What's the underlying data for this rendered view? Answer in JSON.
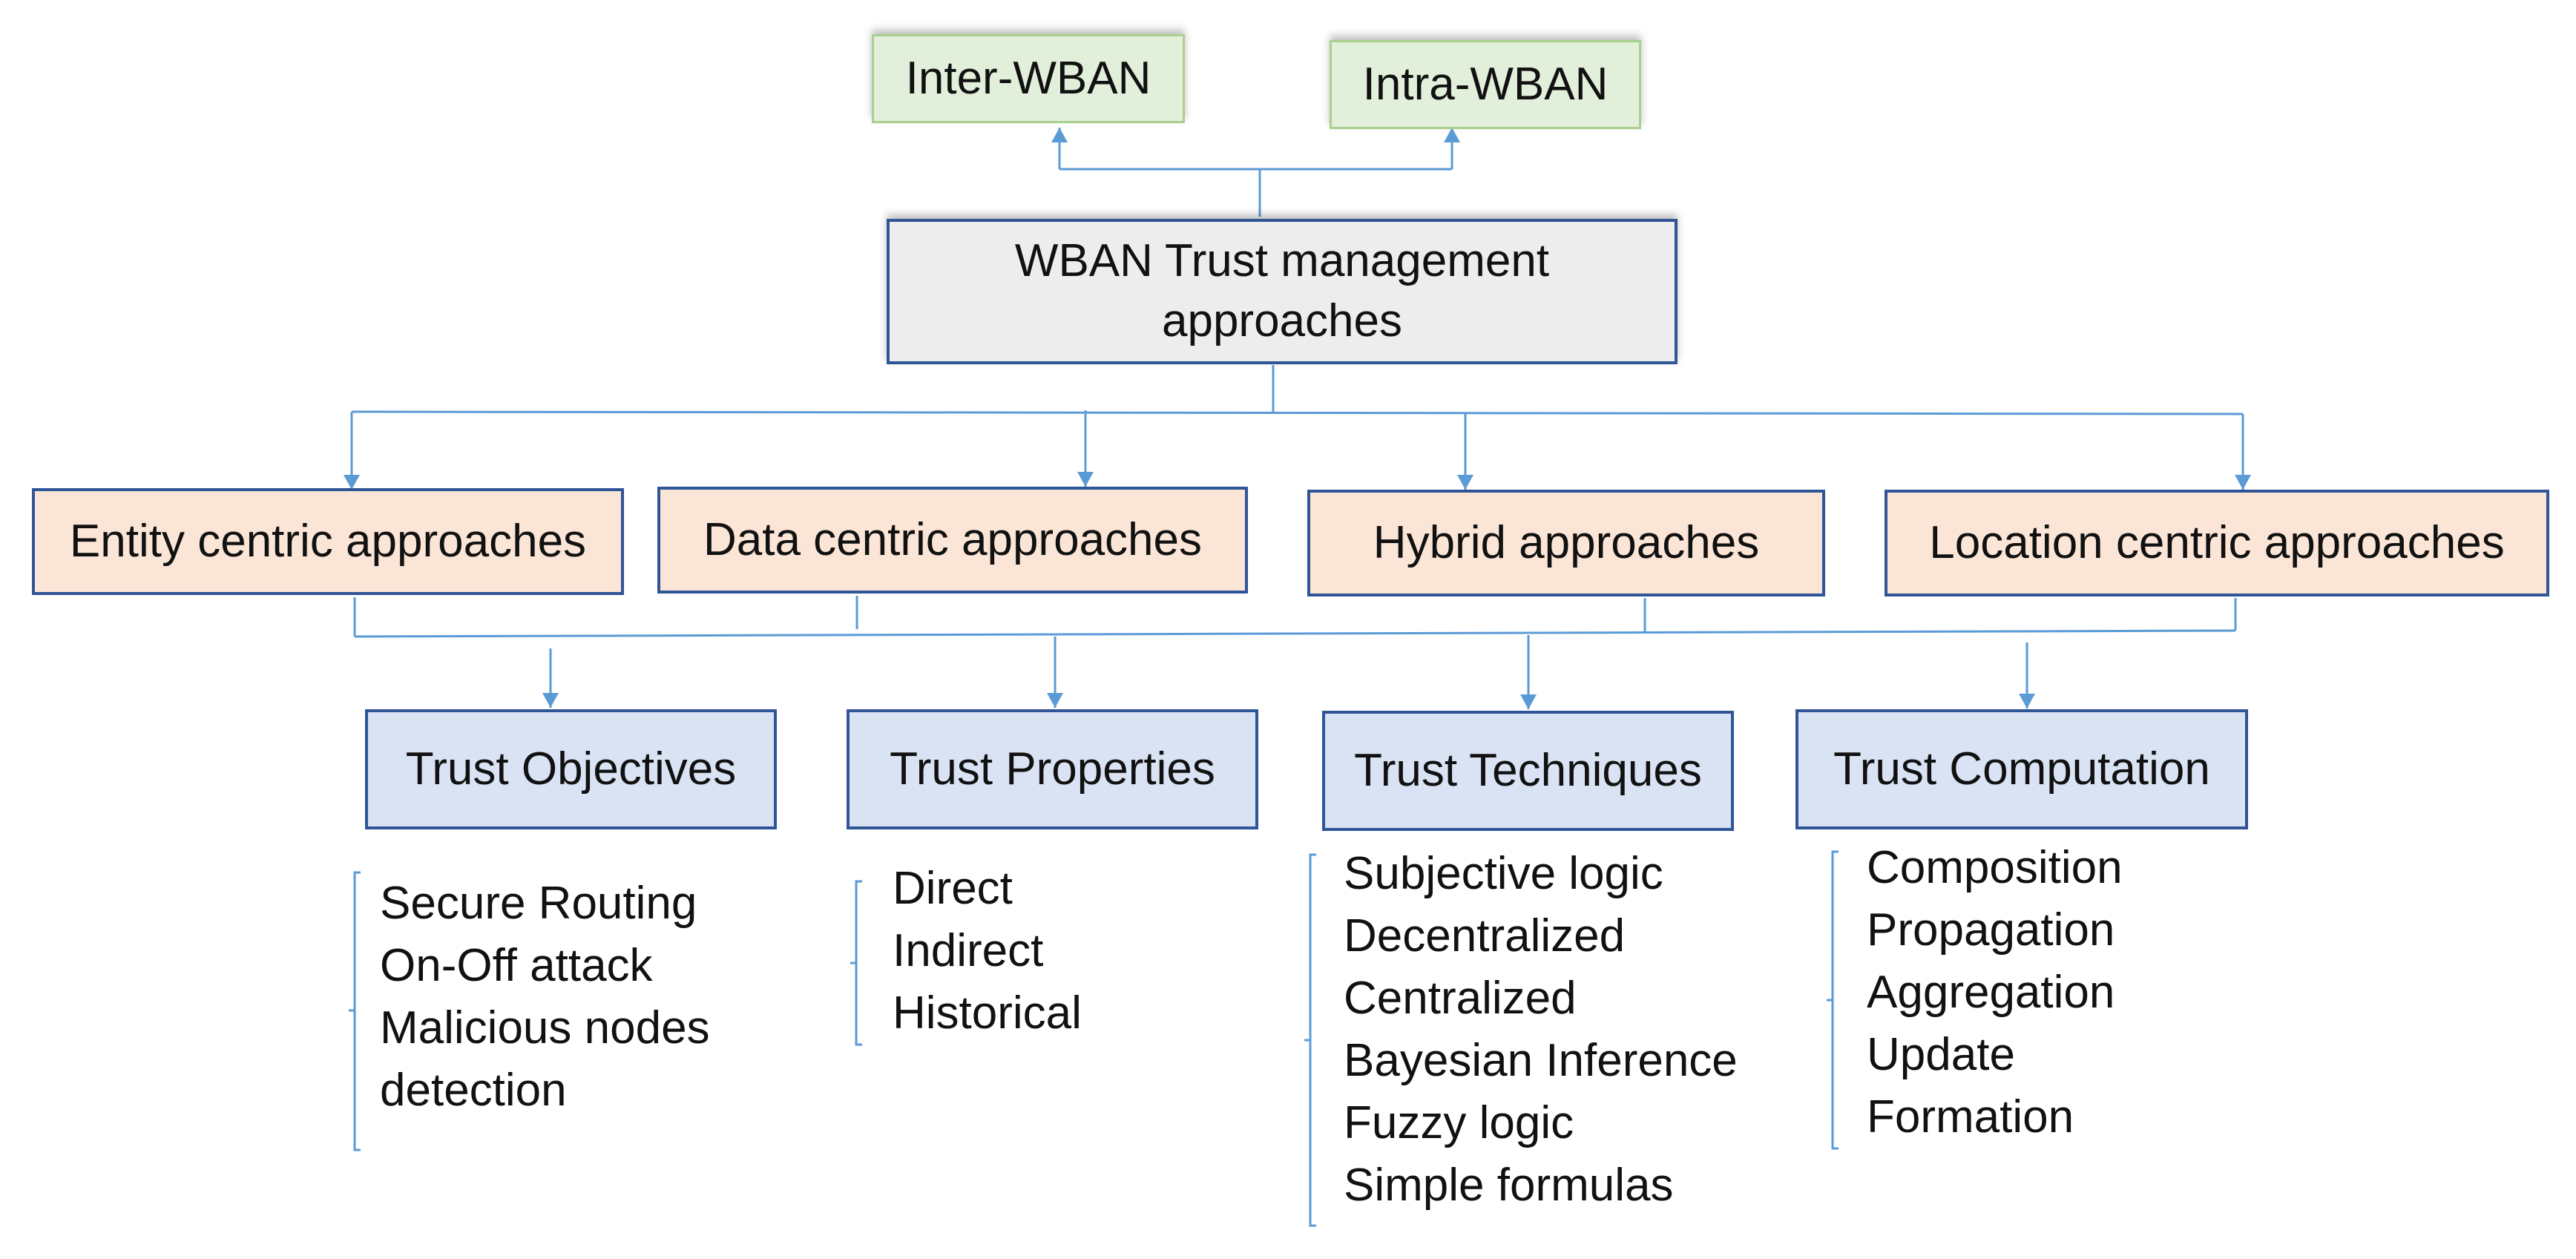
{
  "top_nodes": [
    "Inter-WBAN",
    "Intra-WBAN"
  ],
  "root": "WBAN Trust management approaches",
  "approaches": [
    "Entity centric approaches",
    "Data centric approaches",
    "Hybrid approaches",
    "Location centric approaches"
  ],
  "categories": [
    {
      "label": "Trust Objectives",
      "items": [
        "Secure Routing",
        "On-Off attack",
        "Malicious nodes",
        "detection"
      ]
    },
    {
      "label": "Trust Properties",
      "items": [
        "Direct",
        "Indirect",
        "Historical"
      ]
    },
    {
      "label": "Trust Techniques",
      "items": [
        "Subjective logic",
        "Decentralized",
        "Centralized",
        "Bayesian Inference",
        "Fuzzy logic",
        "Simple formulas"
      ]
    },
    {
      "label": "Trust Computation",
      "items": [
        "Composition",
        "Propagation",
        "Aggregation",
        "Update",
        "Formation"
      ]
    }
  ],
  "colors": {
    "line": "#5b9bd5",
    "border": "#2f5597",
    "green_fill": "#e2efda",
    "peach_fill": "#fbe5d6",
    "blue_fill": "#dae3f3",
    "grey_fill": "#ededed"
  }
}
